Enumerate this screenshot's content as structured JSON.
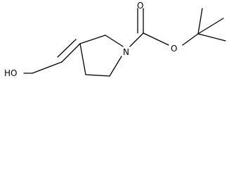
{
  "molecule": {
    "atom_labels": {
      "hydroxyl": "HO",
      "ring_nitrogen": "N",
      "carbonyl_oxygen": "O",
      "ester_oxygen": "O"
    },
    "colors": {
      "bond": "#000000",
      "label": "#000000",
      "background": "#ffffff"
    }
  }
}
